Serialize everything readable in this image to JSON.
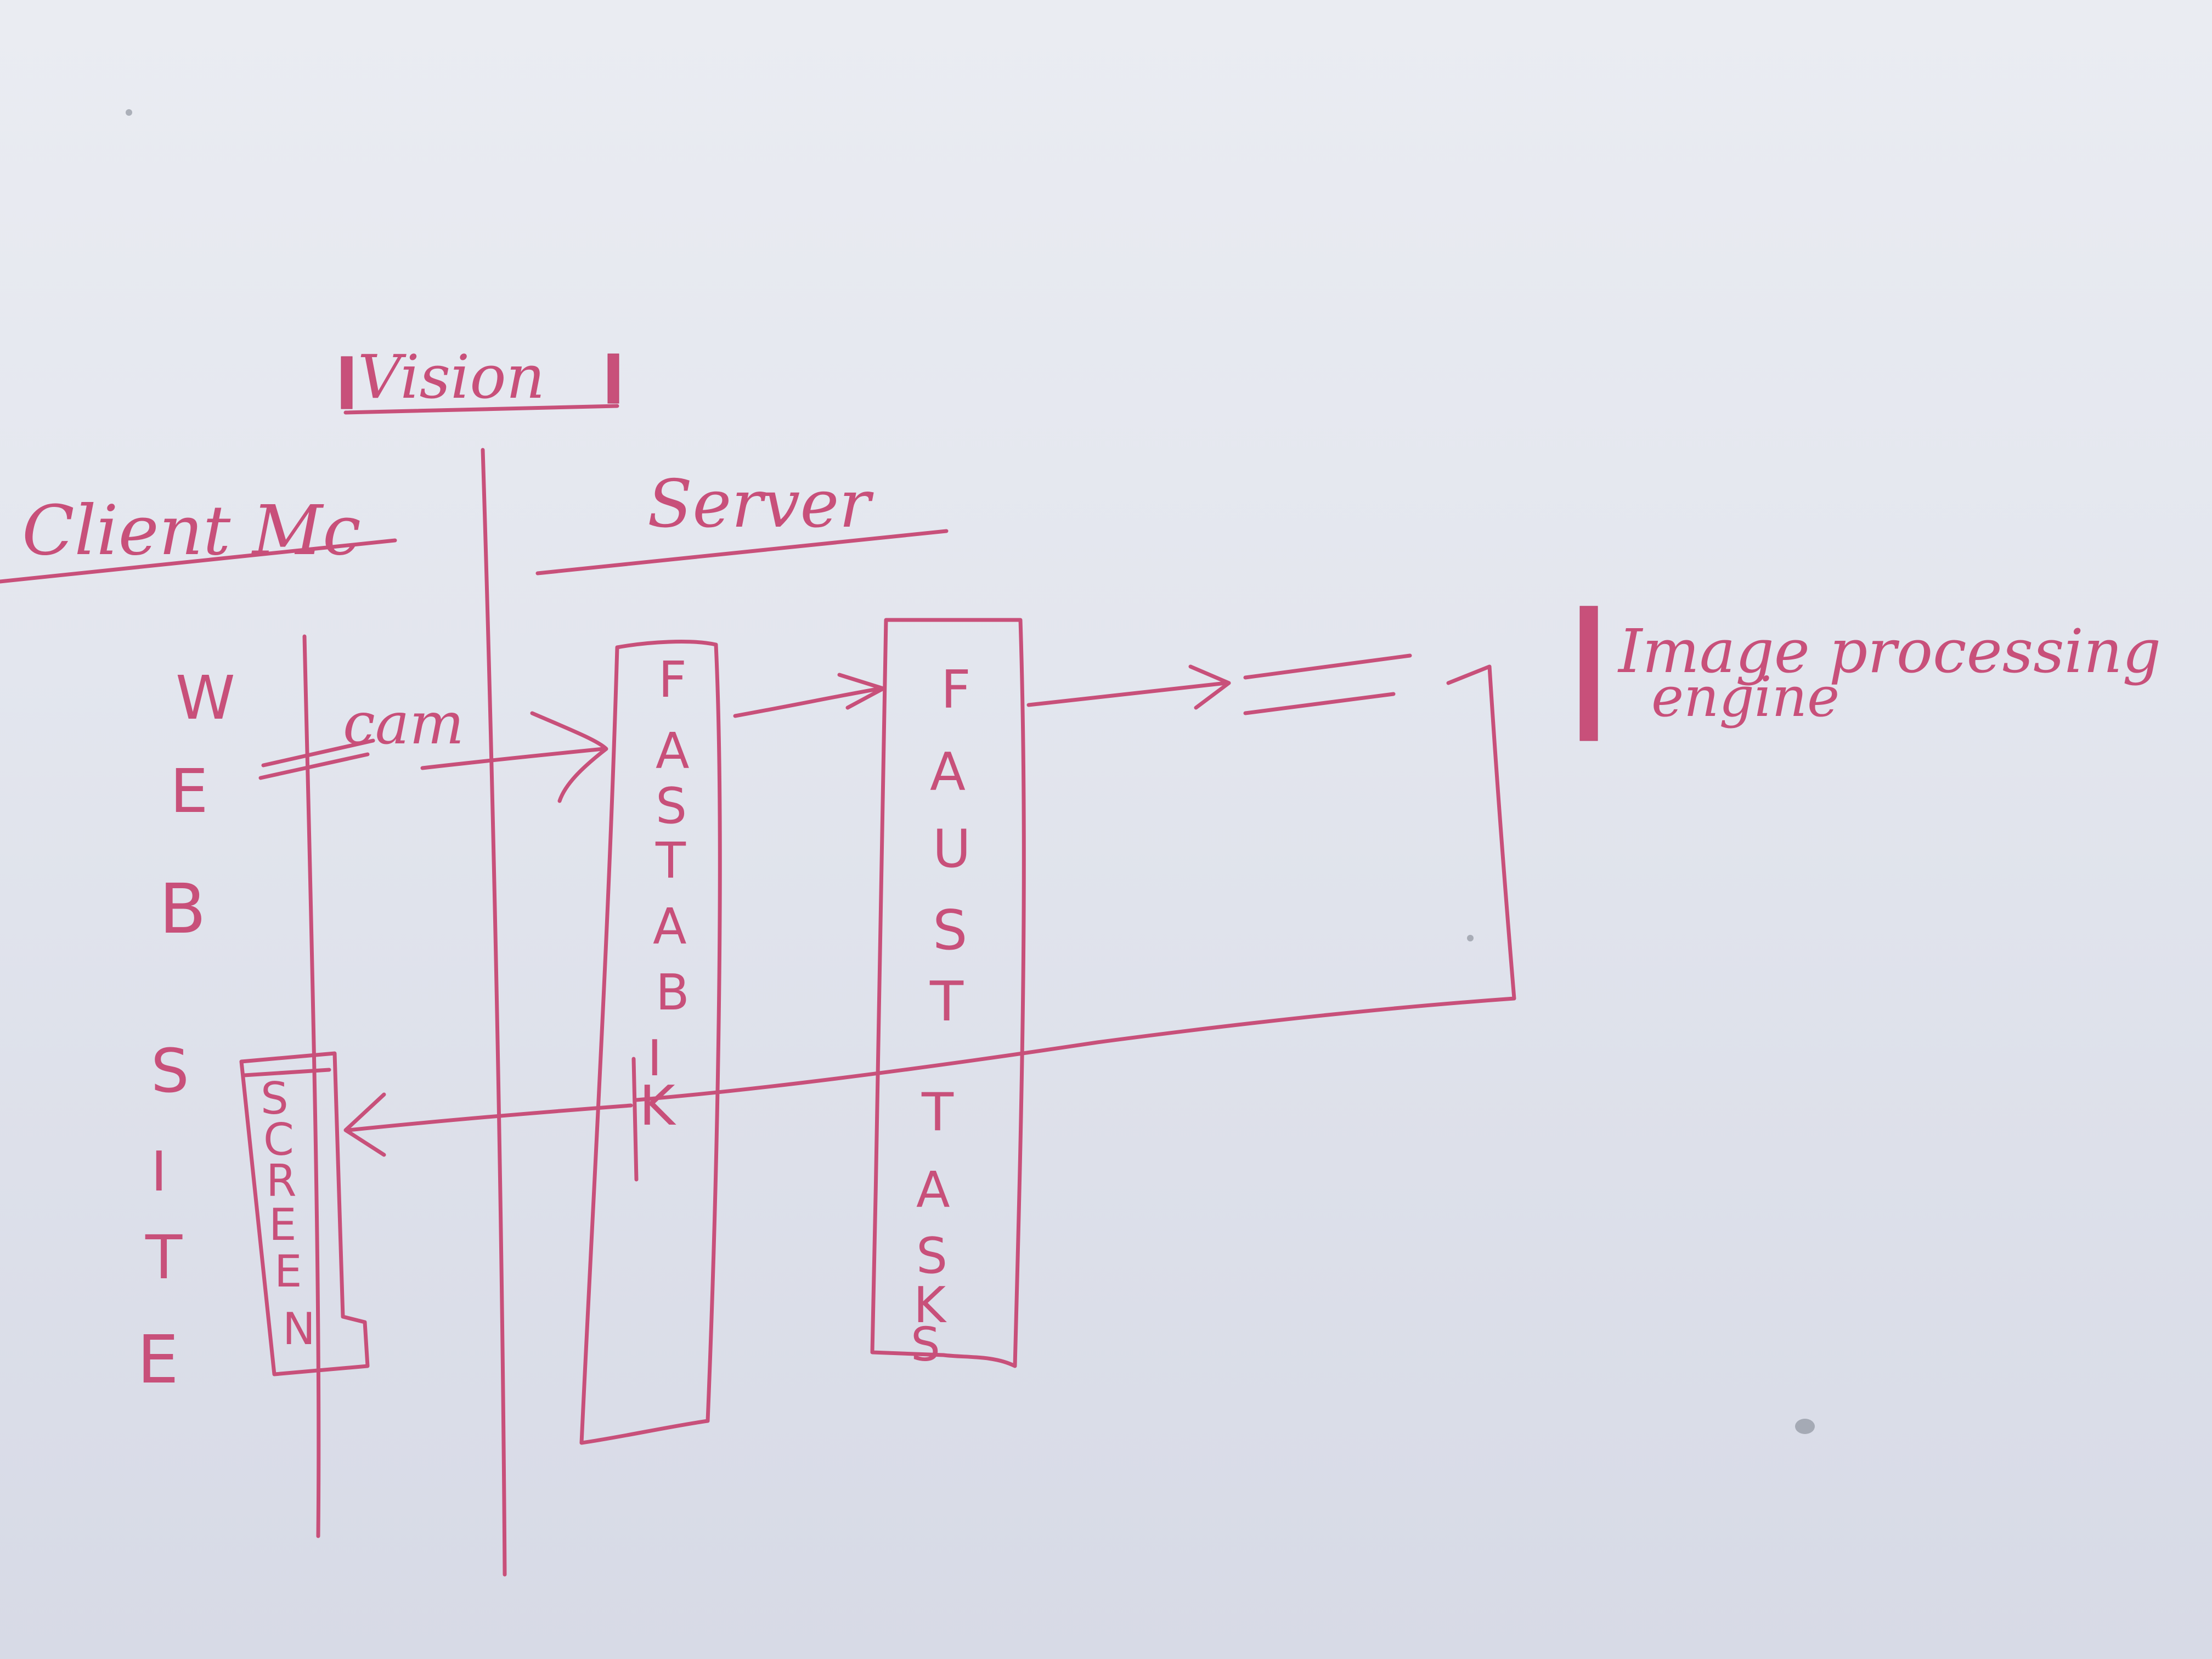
{
  "labels": {
    "vision": "Vision",
    "client": "Client Mc",
    "server": "Server",
    "cam": "cam",
    "image_engine_line1": "Image processing",
    "image_engine_line2": "engine"
  },
  "vertical_words": {
    "website": [
      "W",
      "E",
      "B",
      "S",
      "I",
      "T",
      "E"
    ],
    "screen": [
      "S",
      "C",
      "R",
      "E",
      "E",
      "N"
    ],
    "fastapi": [
      "F",
      "A",
      "S",
      "T",
      "A",
      "B",
      "I",
      "K"
    ],
    "faust": [
      "F",
      "A",
      "U",
      "S",
      "T"
    ],
    "tasks": [
      "T",
      "A",
      "S",
      "K",
      "S"
    ]
  },
  "colors": {
    "ink": "#c8507a",
    "paper": "#e3e6ee"
  }
}
